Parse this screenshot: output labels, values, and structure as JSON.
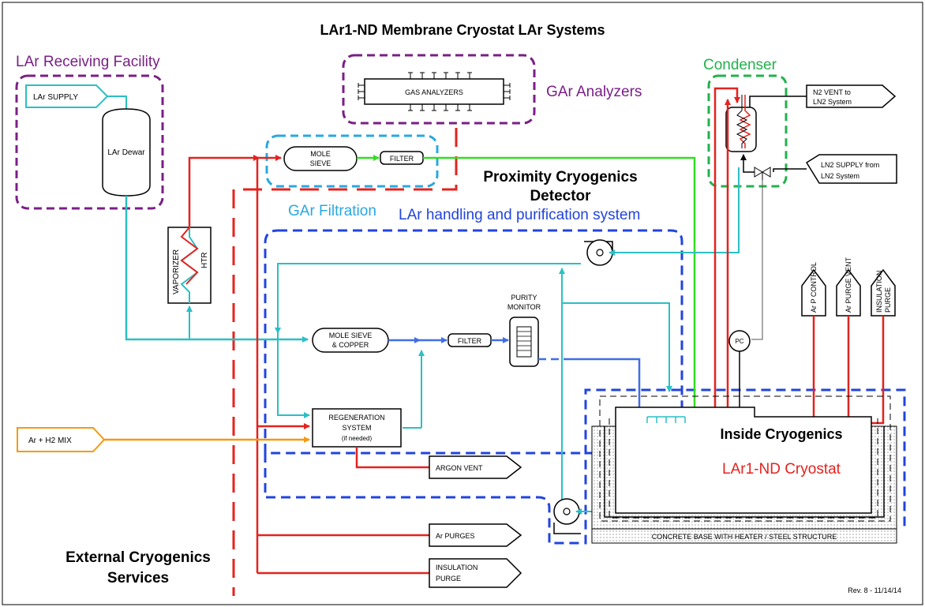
{
  "title": "LAr1-ND Membrane Cryostat LAr Systems",
  "revision": "Rev. 8 - 11/14/14",
  "zones": {
    "lar_receiving": "LAr Receiving Facility",
    "gar_analyzers": "GAr Analyzers",
    "condenser": "Condenser",
    "gar_filtration": "GAr Filtration",
    "proximity_line1": "Proximity Cryogenics",
    "proximity_line2": "Detector",
    "lar_handling": "LAr handling and purification system",
    "inside": "Inside Cryogenics",
    "cryostat": "LAr1-ND Cryostat",
    "external_line1": "External Cryogenics",
    "external_line2": "Services"
  },
  "components": {
    "lar_supply": "LAr SUPPLY",
    "lar_dewar": "LAr Dewar",
    "gas_analyzers": "GAS ANALYZERS",
    "mole_sieve_1": "MOLE",
    "mole_sieve_2": "SIEVE",
    "filter_gar": "FILTER",
    "vaporizer": "VAPORIZER",
    "htr": "HTR",
    "mole_sieve_copper_1": "MOLE SIEVE",
    "mole_sieve_copper_2": "& COPPER",
    "filter_lar": "FILTER",
    "purity_monitor_1": "PURITY",
    "purity_monitor_2": "MONITOR",
    "regen_1": "REGENERATION",
    "regen_2": "SYSTEM",
    "regen_3": "(if needed)",
    "argon_vent": "ARGON VENT",
    "ar_purges": "Ar PURGES",
    "insulation_purge_out_1": "INSULATION",
    "insulation_purge_out_2": "PURGE",
    "ar_h2_mix": "Ar + H2 MIX",
    "n2_vent_1": "N2 VENT to",
    "n2_vent_2": "LN2 System",
    "ln2_supply_1": "LN2 SUPPLY from",
    "ln2_supply_2": "LN2 System",
    "pc": "PC",
    "ar_p_control": "Ar P CONTROL",
    "ar_purge_vent": "Ar PURGE VENT",
    "insulation_purge_v_1": "INSULATION",
    "insulation_purge_v_2": "PURGE",
    "concrete_base": "CONCRETE BASE WITH HEATER / STEEL STRUCTURE"
  },
  "colors": {
    "purple": "#7a1f86",
    "cyan": "#2bbfc4",
    "red": "#e3231f",
    "green": "#33dd22",
    "blue": "#2244dd",
    "line_blue": "#3f6fe6",
    "orange": "#f29a12",
    "gar_blue": "#29a8e0",
    "condenser_green": "#22b24c"
  }
}
